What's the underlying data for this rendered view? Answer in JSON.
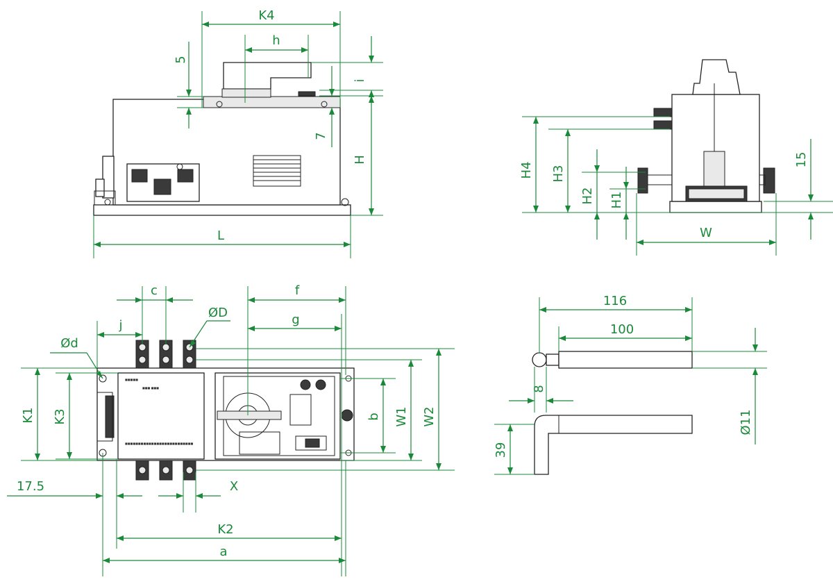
{
  "colors": {
    "dimension": "#1a8a3a",
    "outline": "#222222",
    "background": "#ffffff"
  },
  "front_view": {
    "labels": {
      "K4": "K4",
      "h": "h",
      "five": "5",
      "i": "i",
      "seven": "7",
      "H": "H",
      "L": "L"
    }
  },
  "side_view": {
    "labels": {
      "H4": "H4",
      "H3": "H3",
      "H2": "H2",
      "H1": "H1",
      "fifteen": "15",
      "W": "W"
    }
  },
  "top_view": {
    "labels": {
      "c": "c",
      "f": "f",
      "j": "j",
      "OD": "ØD",
      "g": "g",
      "Od": "Ød",
      "K1": "K1",
      "K3": "K3",
      "b": "b",
      "W1": "W1",
      "W2": "W2",
      "d17_5": "17.5",
      "X": "X",
      "K2": "K2",
      "a": "a"
    }
  },
  "handle_view": {
    "labels": {
      "d116": "116",
      "d100": "100",
      "eight": "8",
      "d11": "Ø11",
      "d39": "39"
    }
  }
}
